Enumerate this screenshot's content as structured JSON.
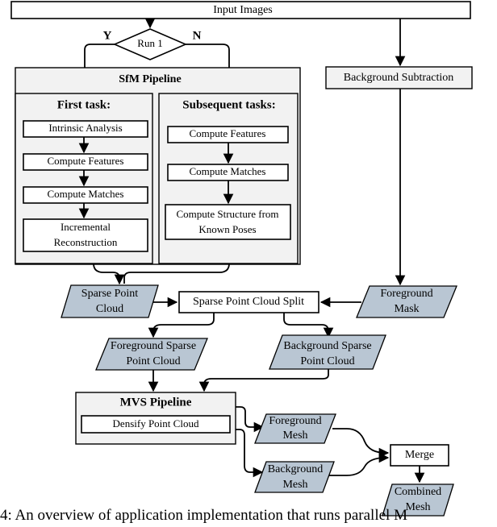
{
  "nodes": {
    "input_images": "Input Images",
    "run_decision": "Run 1",
    "branch_yes": "Y",
    "branch_no": "N",
    "background_subtraction": "Background Subtraction",
    "sfm_pipeline": "SfM Pipeline",
    "first_task": {
      "title": "First task:",
      "steps": [
        "Intrinsic Analysis",
        "Compute Features",
        "Compute Matches"
      ],
      "incremental": [
        "Incremental",
        "Reconstruction"
      ]
    },
    "subsequent_tasks": {
      "title": "Subsequent tasks:",
      "steps": [
        "Compute Features",
        "Compute Matches"
      ],
      "structure": [
        "Compute Structure from",
        "Known Poses"
      ]
    },
    "sparse_point_cloud": [
      "Sparse Point",
      "Cloud"
    ],
    "sparse_split": "Sparse Point Cloud Split",
    "foreground_mask": [
      "Foreground",
      "Mask"
    ],
    "foreground_sparse": [
      "Foreground Sparse",
      "Point Cloud"
    ],
    "background_sparse": [
      "Background Sparse",
      "Point Cloud"
    ],
    "mvs_pipeline": "MVS Pipeline",
    "densify": "Densify Point Cloud",
    "foreground_mesh": [
      "Foreground",
      "Mesh"
    ],
    "background_mesh": [
      "Background",
      "Mesh"
    ],
    "merge": "Merge",
    "combined_mesh": [
      "Combined",
      "Mesh"
    ]
  },
  "caption": "4: An overview of application implementation that runs parallel M",
  "colors": {
    "shape_fill": "#b9c6d3",
    "container_fill": "#f2f2f2",
    "stroke": "#000000"
  }
}
